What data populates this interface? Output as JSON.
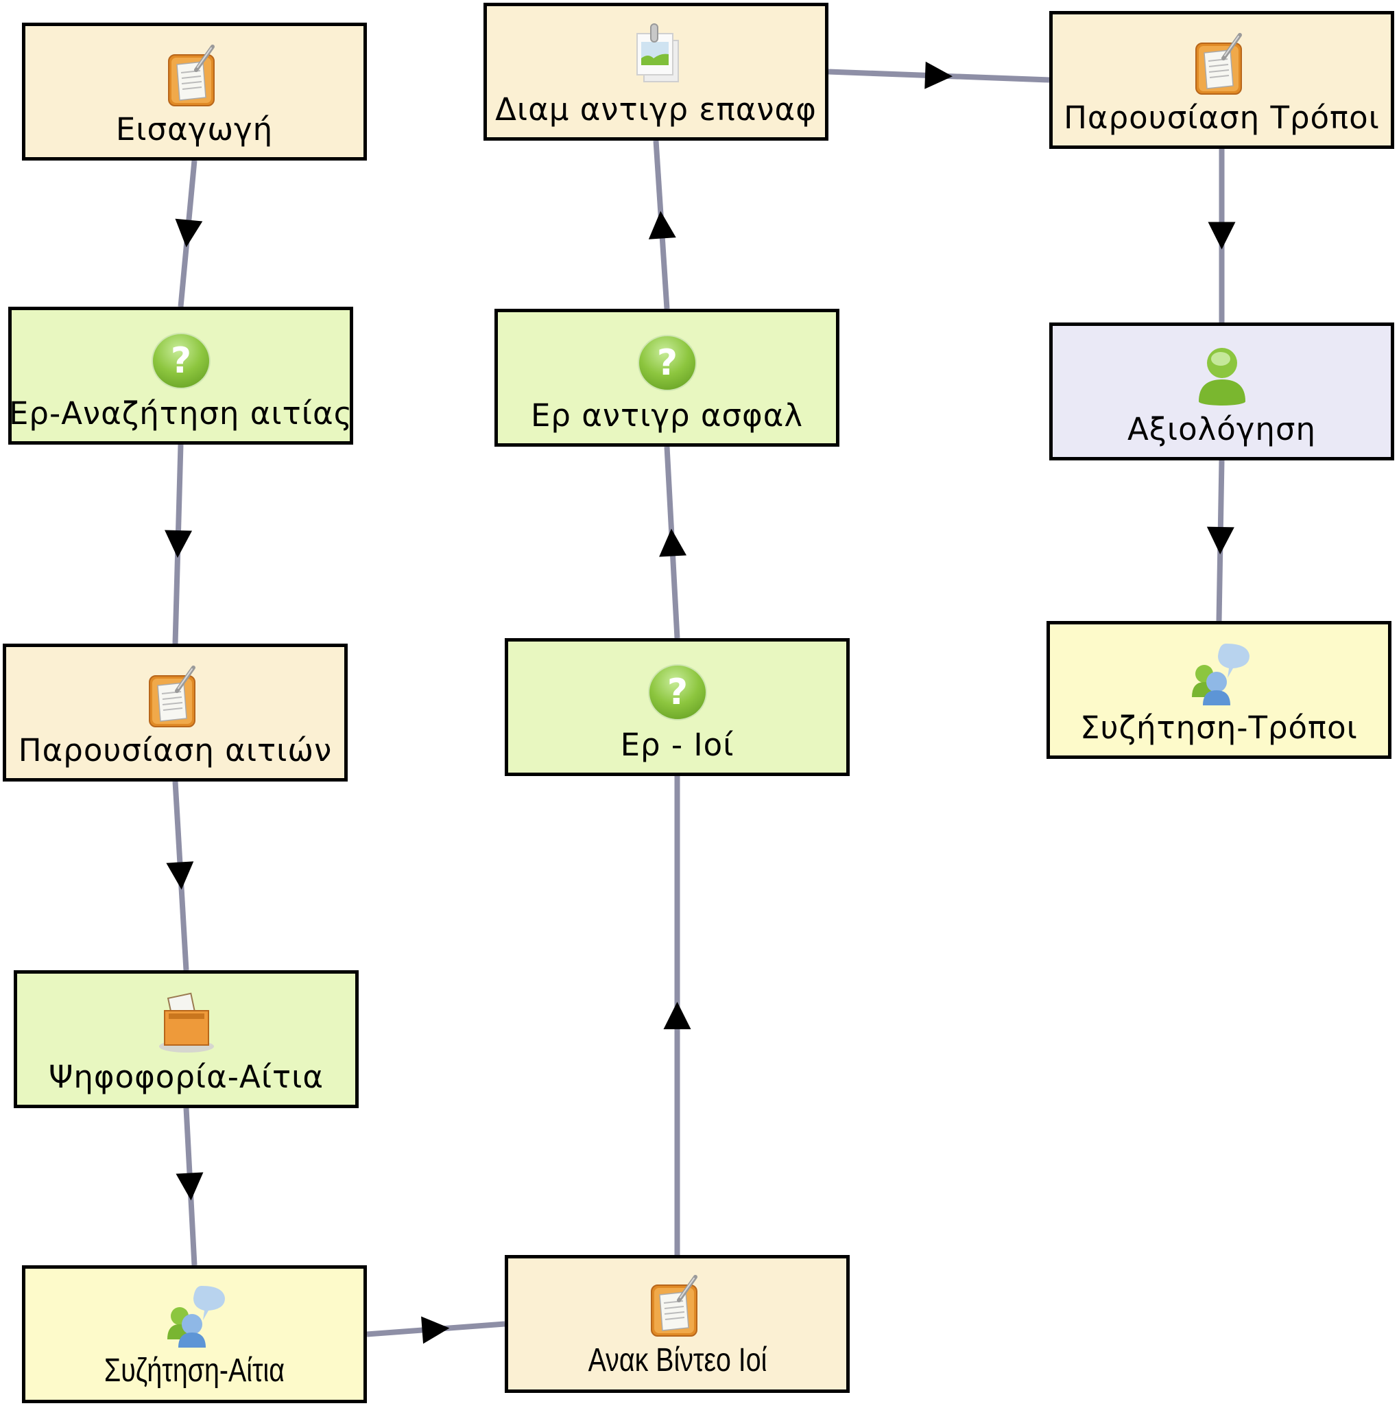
{
  "diagram": {
    "type": "learning-sequence-flow",
    "colors": {
      "edge": "#8e8fa6",
      "arrow": "#000000",
      "resource": "#fbf0d3",
      "question": "#e8f7c0",
      "chat": "#fdfaca",
      "evaluation": "#eae9f6"
    },
    "nodes": [
      {
        "id": "n1",
        "label": "Εισαγωγή",
        "icon": "notepad-icon",
        "kind": "resource"
      },
      {
        "id": "n2",
        "label": "Ερ-Αναζήτηση αιτίας",
        "icon": "question-icon",
        "kind": "question"
      },
      {
        "id": "n3",
        "label": "Παρουσίαση αιτιών",
        "icon": "notepad-icon",
        "kind": "resource"
      },
      {
        "id": "n4",
        "label": "Ψηφοφορία-Αίτια",
        "icon": "ballot-box-icon",
        "kind": "question"
      },
      {
        "id": "n5",
        "label": "Συζήτηση-Αίτια",
        "icon": "chat-users-icon",
        "kind": "chat"
      },
      {
        "id": "n6",
        "label": "Ανακ Βίντεο Ιοί",
        "icon": "notepad-icon",
        "kind": "resource"
      },
      {
        "id": "n7",
        "label": "Ερ - Ιοί",
        "icon": "question-icon",
        "kind": "question"
      },
      {
        "id": "n8",
        "label": "Ερ αντιγρ ασφαλ",
        "icon": "question-icon",
        "kind": "question"
      },
      {
        "id": "n9",
        "label": "Διαμ αντιγρ επαναφ",
        "icon": "image-gallery-icon",
        "kind": "resource"
      },
      {
        "id": "n10",
        "label": "Παρουσίαση Τρόποι",
        "icon": "notepad-icon",
        "kind": "resource"
      },
      {
        "id": "n11",
        "label": "Αξιολόγηση",
        "icon": "user-icon",
        "kind": "evaluation"
      },
      {
        "id": "n12",
        "label": "Συζήτηση-Τρόποι",
        "icon": "chat-users-icon",
        "kind": "chat"
      }
    ],
    "edges": [
      {
        "from": "n1",
        "to": "n2"
      },
      {
        "from": "n2",
        "to": "n3"
      },
      {
        "from": "n3",
        "to": "n4"
      },
      {
        "from": "n4",
        "to": "n5"
      },
      {
        "from": "n5",
        "to": "n6"
      },
      {
        "from": "n6",
        "to": "n7"
      },
      {
        "from": "n7",
        "to": "n8"
      },
      {
        "from": "n8",
        "to": "n9"
      },
      {
        "from": "n9",
        "to": "n10"
      },
      {
        "from": "n10",
        "to": "n11"
      },
      {
        "from": "n11",
        "to": "n12"
      }
    ]
  }
}
